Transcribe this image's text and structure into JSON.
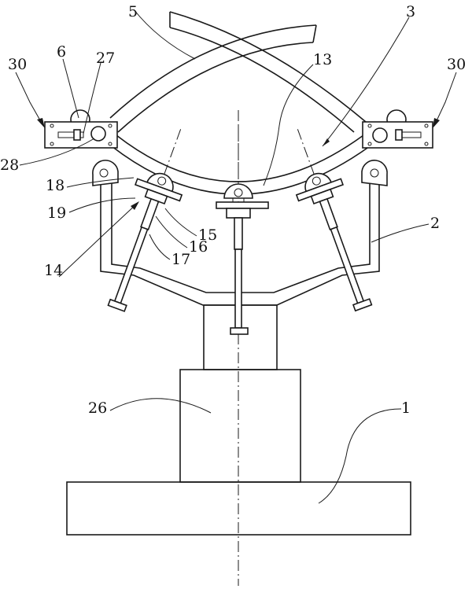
{
  "labels": {
    "l1": "1",
    "l2": "2",
    "l3": "3",
    "l5": "5",
    "l6": "6",
    "l13": "13",
    "l14": "14",
    "l15": "15",
    "l16": "16",
    "l17": "17",
    "l18": "18",
    "l19": "19",
    "l26": "26",
    "l27": "27",
    "l28": "28",
    "l30a": "30",
    "l30b": "30"
  },
  "colors": {
    "ink": "#1a1a1a",
    "paper": "#ffffff"
  }
}
